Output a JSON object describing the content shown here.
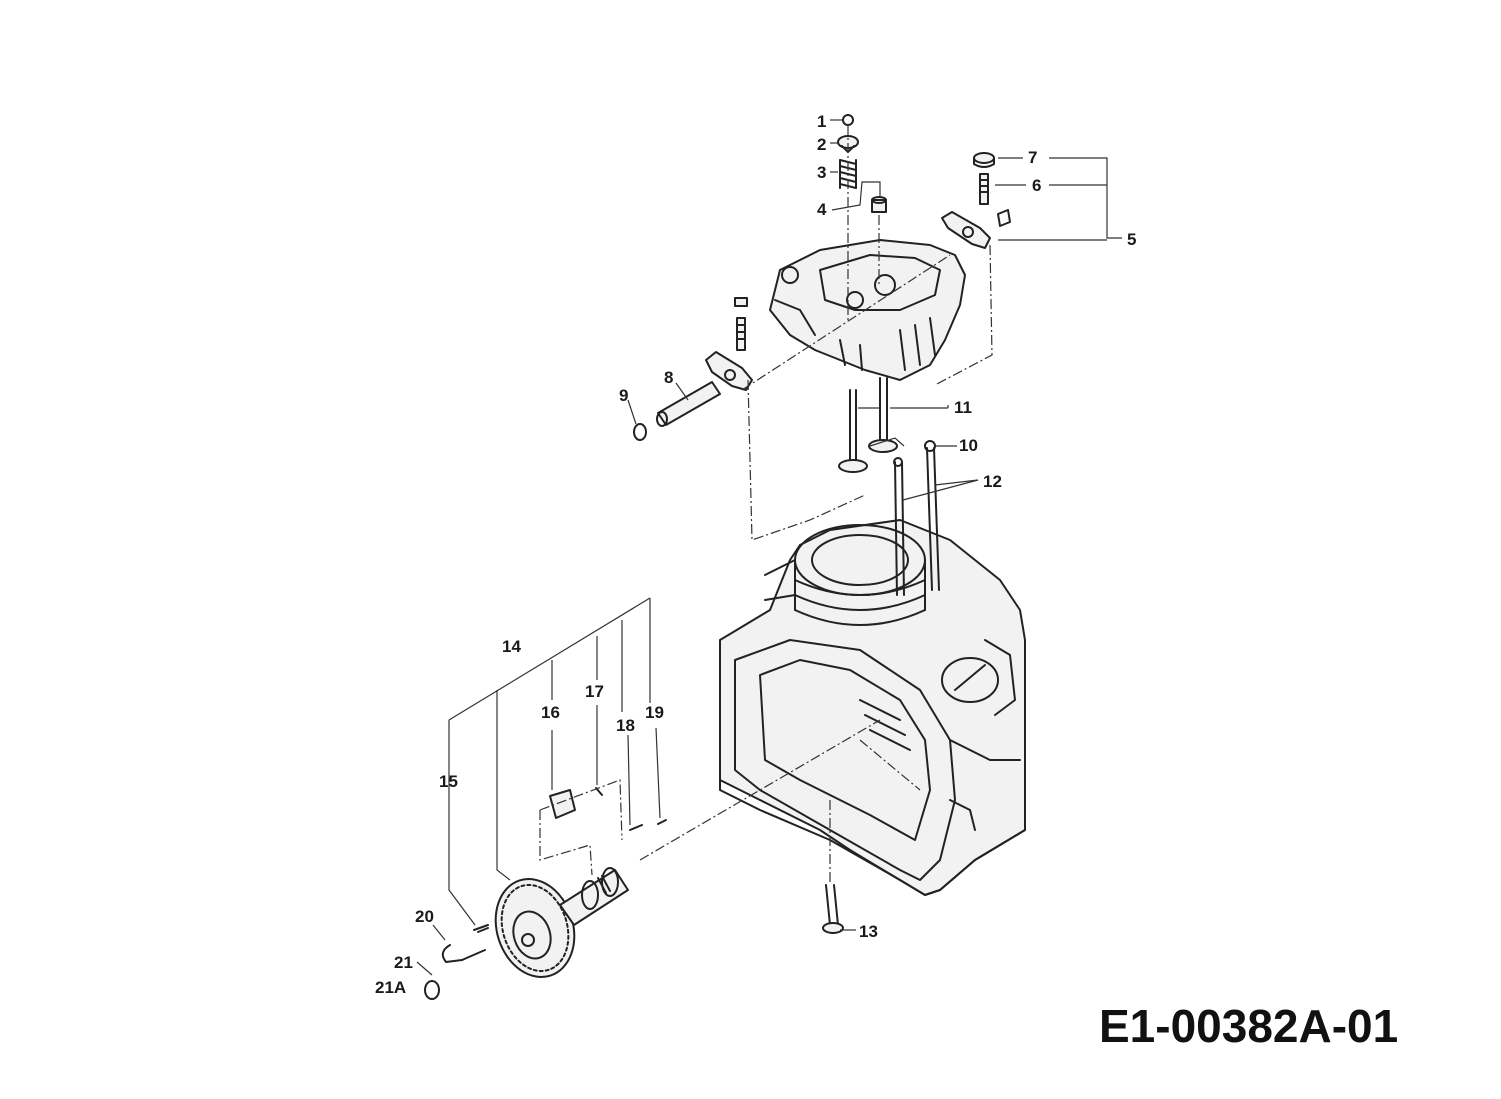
{
  "diagram": {
    "drawing_code": "E1-00382A-01",
    "callouts": [
      "1",
      "2",
      "3",
      "4",
      "5",
      "6",
      "7",
      "8",
      "9",
      "10",
      "11",
      "12",
      "13",
      "14",
      "15",
      "16",
      "17",
      "18",
      "19",
      "20",
      "21",
      "21A"
    ]
  }
}
